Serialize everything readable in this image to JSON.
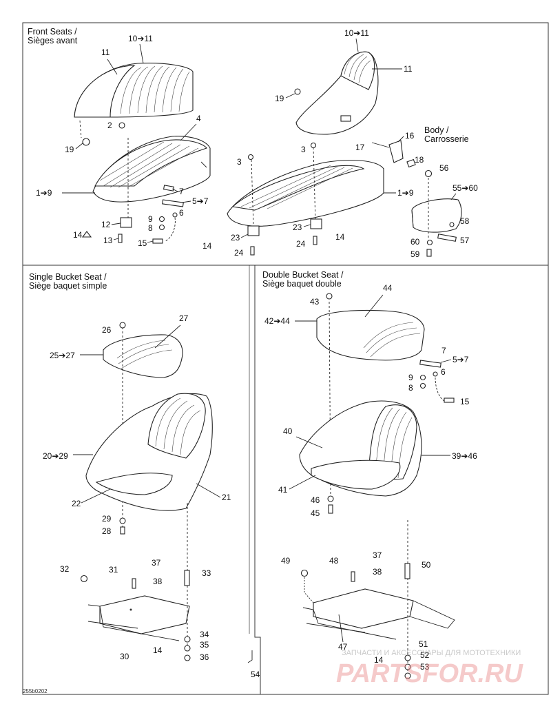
{
  "sections": {
    "front": {
      "title1": "Front Seats /",
      "title2": "Sièges avant"
    },
    "single": {
      "title1": "Single Bucket Seat /",
      "title2": "Siège baquet simple"
    },
    "double": {
      "title1": "Double Bucket Seat /",
      "title2": "Siège baquet double"
    },
    "body": {
      "title1": "Body /",
      "title2": "Carrosserie"
    }
  },
  "labels": {
    "a": "10➔11",
    "b": "11",
    "c": "4",
    "d": "2",
    "e": "19",
    "f": "1➔9",
    "g": "7",
    "h": "5➔7",
    "i": "6",
    "j": "9",
    "k": "8",
    "l": "12",
    "m": "14",
    "n": "13",
    "o": "15",
    "p": "10➔11",
    "q": "11",
    "r": "19",
    "s": "16",
    "t": "17",
    "u": "18",
    "v": "3",
    "w": "3",
    "x": "56",
    "y": "55➔60",
    "z": "1➔9",
    "aa": "58",
    "ab": "57",
    "ac": "60",
    "ad": "59",
    "ae": "23",
    "af": "23",
    "ag": "14",
    "ah": "24",
    "ai": "24",
    "aj": "14",
    "ba": "26",
    "bb": "27",
    "bc": "25➔27",
    "bd": "20➔29",
    "be": "22",
    "bf": "21",
    "bg": "29",
    "bh": "28",
    "bi": "32",
    "bj": "31",
    "bk": "37",
    "bl": "38",
    "bm": "33",
    "bn": "30",
    "bo": "34",
    "bp": "35",
    "bq": "14",
    "br": "36",
    "ca": "43",
    "cb": "44",
    "cc": "42➔44",
    "cd": "7",
    "ce": "5➔7",
    "cf": "6",
    "cg": "9",
    "ch": "8",
    "ci": "15",
    "cj": "40",
    "ck": "39➔46",
    "cl": "41",
    "cm": "46",
    "cn": "45",
    "co": "49",
    "cp": "48",
    "cq": "37",
    "cr": "38",
    "cs": "50",
    "ct": "47",
    "cu": "51",
    "cv": "52",
    "cw": "14",
    "cx": "53",
    "cy": "54"
  },
  "drawing_code": "255b0202",
  "watermark": {
    "line1": "ЗАПЧАСТИ И АКСЕССУАРЫ ДЛЯ МОТОТЕХНИКИ",
    "brand": "PARTSFOR.RU"
  }
}
